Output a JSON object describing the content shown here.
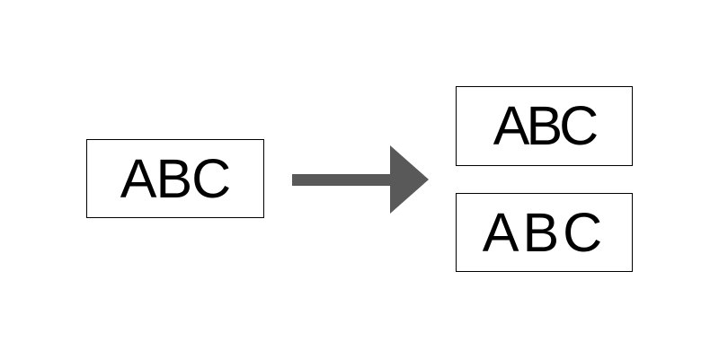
{
  "source_box": {
    "text": "ABC"
  },
  "result_boxes": [
    {
      "text": "ABC",
      "style": "condensed"
    },
    {
      "text": "ABC",
      "style": "expanded"
    }
  ],
  "colors": {
    "arrow": "#595959",
    "border": "#000000"
  }
}
